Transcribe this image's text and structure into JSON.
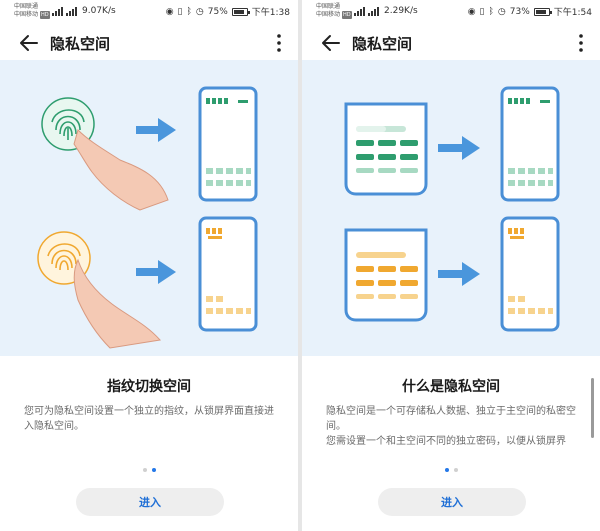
{
  "panels": [
    {
      "status": {
        "carrier1": "中国联通",
        "carrier2": "中国移动",
        "hd": "HD",
        "speed": "9.07K/s",
        "battery": "75%",
        "battery_level": 0.75,
        "time": "下午1:38"
      },
      "appbar": {
        "title": "隐私空间"
      },
      "content": {
        "heading": "指纹切换空间",
        "paragraphs": [
          "您可为隐私空间设置一个独立的指纹，从锁屏界面直接进入隐私空间。"
        ]
      },
      "pager": {
        "count": 2,
        "active": 1
      },
      "enter_label": "进入"
    },
    {
      "status": {
        "carrier1": "中国联通",
        "carrier2": "中国移动",
        "hd": "HD",
        "speed": "2.29K/s",
        "battery": "73%",
        "battery_level": 0.73,
        "time": "下午1:54"
      },
      "appbar": {
        "title": "隐私空间"
      },
      "content": {
        "heading": "什么是隐私空间",
        "paragraphs": [
          "隐私空间是一个可存储私人数据、独立于主空间的私密空间。",
          "您需设置一个和主空间不同的独立密码，以便从锁屏界"
        ]
      },
      "pager": {
        "count": 2,
        "active": 0
      },
      "enter_label": "进入"
    }
  ],
  "colors": {
    "accent": "#2478e8",
    "banner_bg": "#e8f2fb",
    "green": "#2e9d6e",
    "green_light": "#a7d9c2",
    "orange": "#f0a830",
    "orange_light": "#f7d38e",
    "phone_frame": "#4a8fd6",
    "arrow": "#4a96dc"
  }
}
